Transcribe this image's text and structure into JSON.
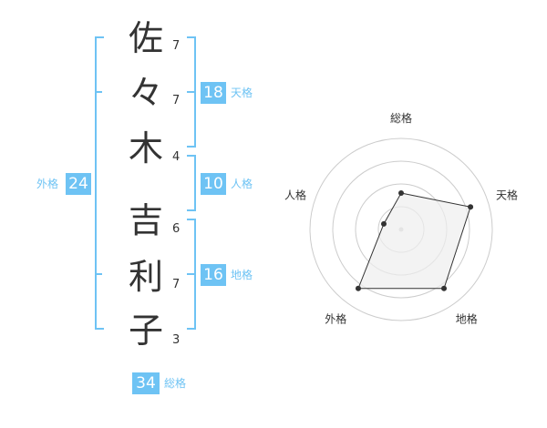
{
  "name": {
    "characters": [
      {
        "char": "佐",
        "strokes": "7"
      },
      {
        "char": "々",
        "strokes": "7"
      },
      {
        "char": "木",
        "strokes": "4"
      },
      {
        "char": "吉",
        "strokes": "6"
      },
      {
        "char": "利",
        "strokes": "7"
      },
      {
        "char": "子",
        "strokes": "3"
      }
    ]
  },
  "kaku": {
    "tenkaku": {
      "value": "18",
      "label": "天格"
    },
    "jinkaku": {
      "value": "10",
      "label": "人格"
    },
    "chikaku": {
      "value": "16",
      "label": "地格"
    },
    "gaikaku": {
      "value": "24",
      "label": "外格"
    },
    "soukaku": {
      "value": "34",
      "label": "総格"
    }
  },
  "chart_data": {
    "type": "radar",
    "axes": [
      "総格",
      "天格",
      "地格",
      "外格",
      "人格"
    ],
    "values": [
      2,
      4,
      4,
      4,
      1
    ],
    "max": 5,
    "rings": 4,
    "colors": {
      "accent": "#6ec3f4",
      "fill": "#eeeeee",
      "line": "#333333",
      "ring": "#cccccc"
    }
  }
}
